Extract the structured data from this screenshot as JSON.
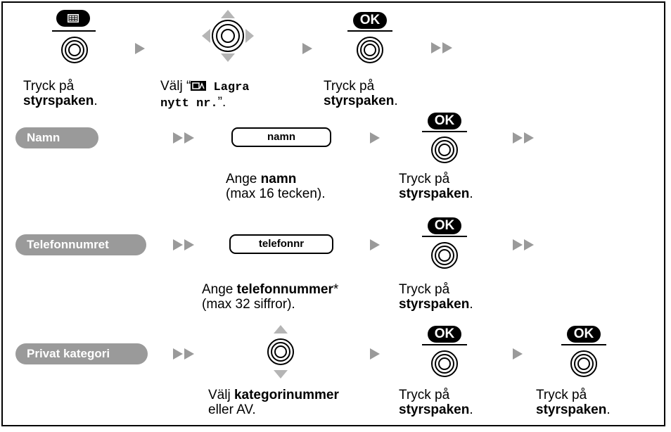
{
  "row1": {
    "step1": {
      "line1": "Tryck på",
      "line2_bold": "styrspaken",
      "line2_end": "."
    },
    "step2": {
      "prefix": "Välj “",
      "mono1": " Lagra",
      "mono2": "nytt nr.",
      "suffix": "”."
    },
    "step3": {
      "line1": "Tryck på",
      "line2_bold": "styrspaken",
      "line2_end": ".",
      "ok": "OK"
    }
  },
  "row2": {
    "pill": "Namn",
    "field": "namn",
    "input_caption": {
      "prefix": "Ange ",
      "bold": "namn",
      "line2": "(max 16 tecken)."
    },
    "press": {
      "ok": "OK",
      "line1": "Tryck på",
      "line2_bold": "styrspaken",
      "line2_end": "."
    }
  },
  "row3": {
    "pill": "Telefonnumret",
    "field": "telefonnr",
    "input_caption": {
      "prefix": "Ange ",
      "bold": "telefonnummer",
      "suffix": "*",
      "line2": "(max 32 siffror)."
    },
    "press": {
      "ok": "OK",
      "line1": "Tryck på",
      "line2_bold": "styrspaken",
      "line2_end": "."
    }
  },
  "row4": {
    "pill": "Privat kategori",
    "select_caption": {
      "prefix": "Välj ",
      "bold": "kategorinummer",
      "line2": "eller AV."
    },
    "press1": {
      "ok": "OK",
      "line1": "Tryck på",
      "line2_bold": "styrspaken",
      "line2_end": "."
    },
    "press2": {
      "ok": "OK",
      "line1": "Tryck på",
      "line2_bold": "styrspaken",
      "line2_end": "."
    }
  },
  "colors": {
    "arrow": "#9a9a9a",
    "pill": "#9a9a9a",
    "ok_button": "#000000"
  }
}
